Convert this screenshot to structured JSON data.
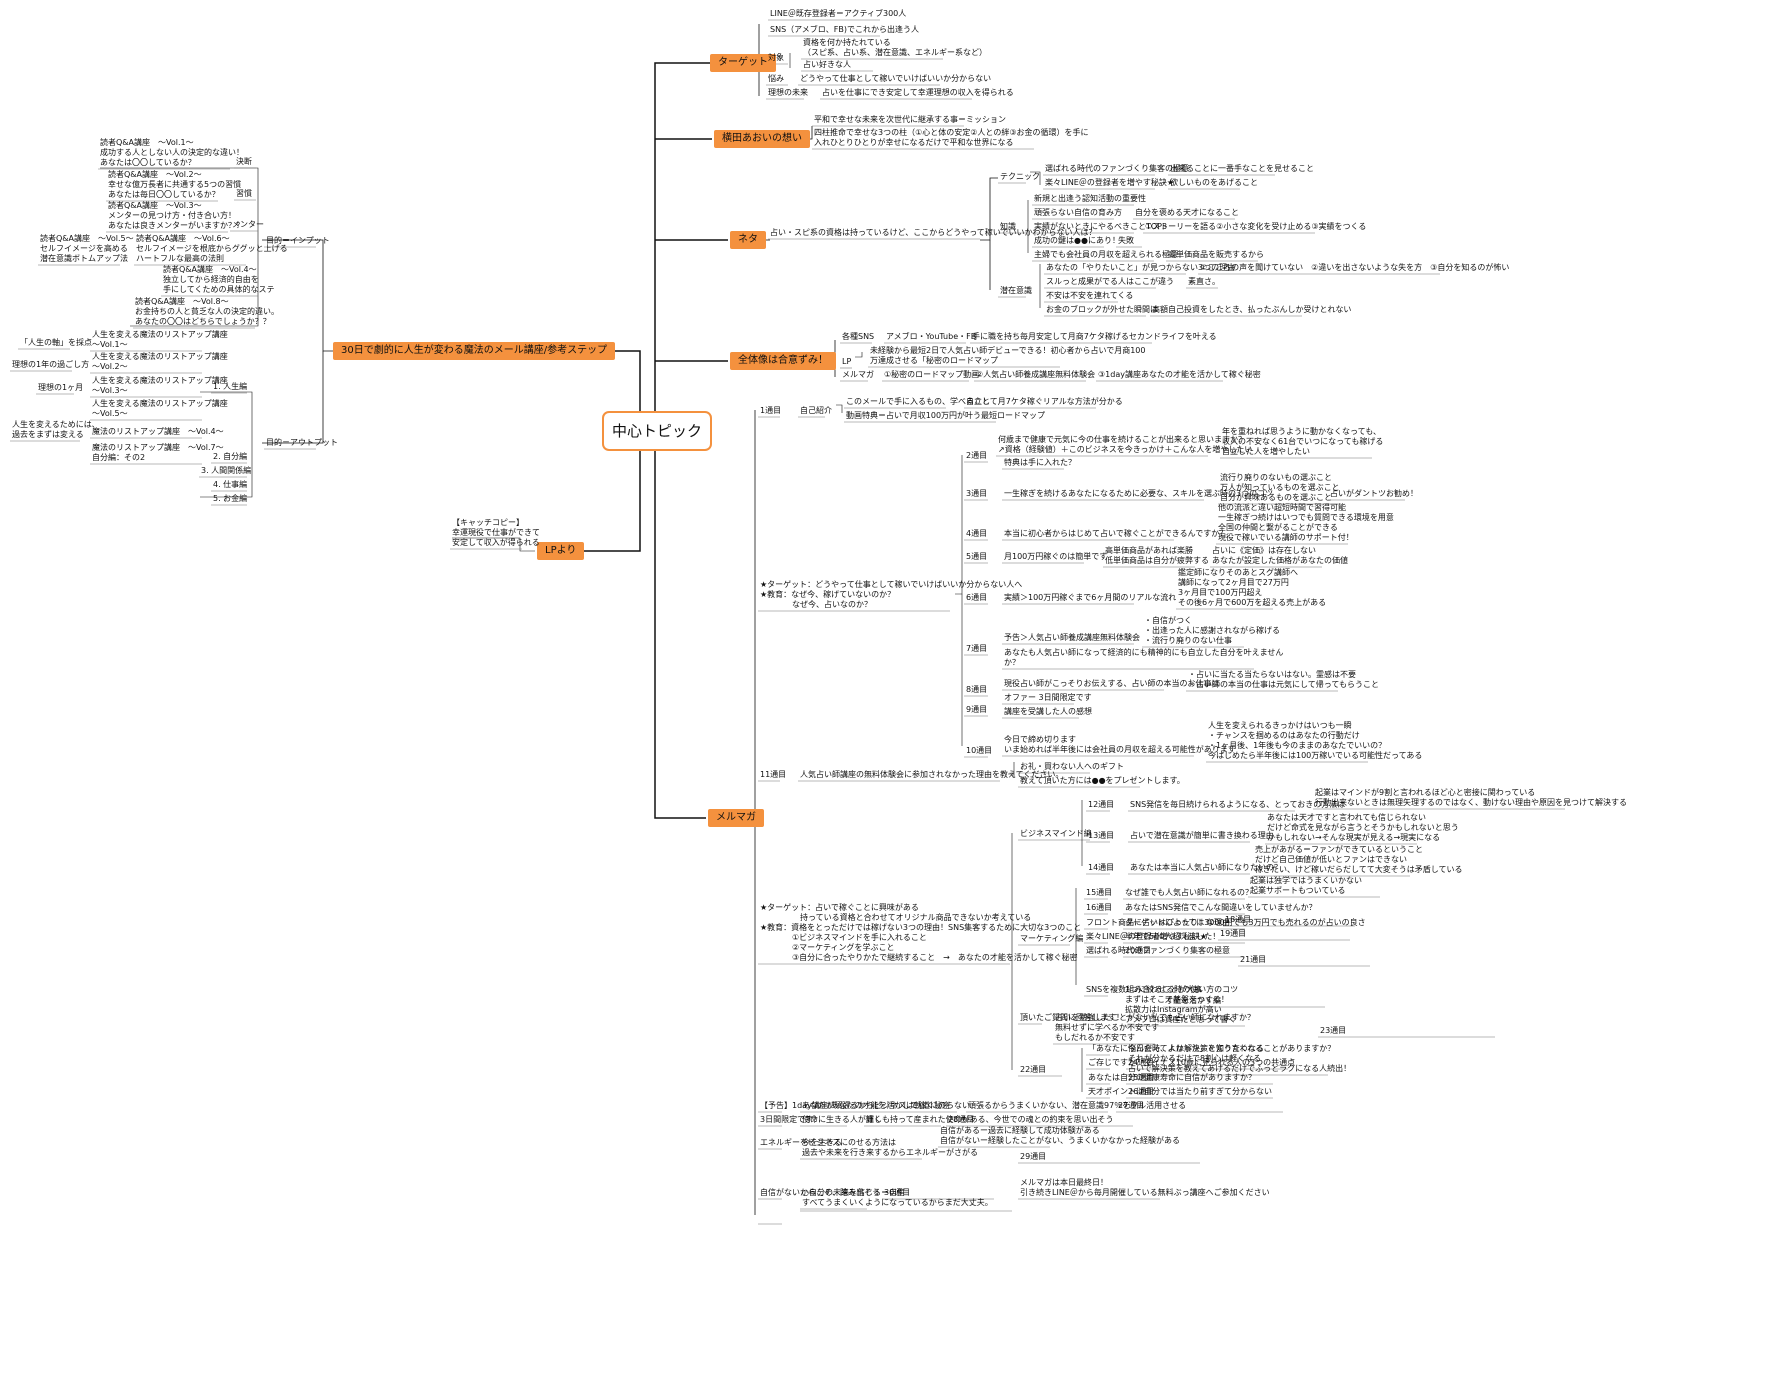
{
  "center": "中心トピック",
  "branches": {
    "target": "ターゲット",
    "thought": "横田あおいの想い",
    "neta": "ネタ",
    "overview": "全体像は合意ずみ！",
    "mailmag": "メルマガ",
    "lp": "LPより",
    "course": "30日で劇的に人生が変わる魔法のメール講座/参考ステップ"
  },
  "target": [
    "LINE＠既存登録者＝アクティブ300人",
    "SNS（アメブロ、FB)でこれから出逢う人",
    "対象",
    "資格を何か持たれている\n（スピ系、占い系、潜在意識、エネルギー系など）",
    "占い好きな人",
    "悩み",
    "どうやって仕事として稼いでいけばいいか分からない",
    "理想の未来",
    "占いを仕事にでき安定して幸運理想の収入を得られる"
  ],
  "thought": [
    "平和で幸せな未来を次世代に継承する事＝ミッション",
    "四柱推命で幸せな3つの柱（①心と体の安定②人との絆③お金の循環）を手に\n入れひとりひとりが幸せになるだけで平和な世界になる"
  ],
  "neta": [
    "占い・スピ系の資格は持っているけど、ここからどうやって稼いでいいかわからない人は？",
    "テクニック",
    "選ばれる時代のファンづくり集客の極意",
    "出来ることに一番手なことを見せること",
    "楽々LINE＠の登録者を増やす秘訣★",
    "欲しいものをあげること",
    "知識",
    "新規と出逢う認知活動の重要性",
    "頑張らない自信の育み方",
    "自分を褒める天才になること",
    "実績がないときにやるべきことTOP3",
    "①ストーリーを語る②小さな変化を受け止める③実績をつくる",
    "成功の鍵は●●にあり！",
    "失敗",
    "主婦でも会社員の月収を超えられる極意",
    "高単価商品を販売するから",
    "潜在意識",
    "あなたの「やりたいこと」が見つからない3つの理由",
    "①こころの声を聞けていない　②違いを出さないような失を方　③自分を知るのが怖い",
    "スルっと成果がでる人はここが違う",
    "素直さ。",
    "不安は不安を連れてくる",
    "お金のブロックが外せた瞬間は",
    "高額自己投資をしたとき、払ったぶんしか受けとれない"
  ],
  "overview": [
    "各種SNS",
    "アメブロ・YouTube・FB",
    "手に職を持ち毎月安定して月商7ケタ稼げるセカンドライフを叶える",
    "LP",
    "未経験から最短2日で人気占い師デビューできる！初心者から占いで月商100\n万達成させる「秘密のロードマップ",
    "メルマガ",
    "①秘密のロードマップ動画",
    "②人気占い師養成講座無料体験会",
    "③1day講座あなたの才能を活かして稼ぐ秘密"
  ],
  "mail": [
    "1通目",
    "自己紹介",
    "このメールで手に入るもの、学べること",
    "自立して月7ケタ稼ぐリアルな方法が分かる",
    "動画特典＝占いで月収100万円が叶う最短ロードマップ",
    "★ターゲット：どうやって仕事として稼いでいけばいいか分からない人へ\n★教育：なぜ今、稼げていないのか？\n　　　　なぜ今、占いなのか？",
    "2通目",
    "何歳まで健康で元気に今の仕事を続けることが出来ると思いますか？\n↗資格（経験値）＋このビジネスを今きっかけ＋こんな人を増やしたい",
    "年を重ねれば思うように動かなくなっても、\n収入の不安なく61台でいつになっても稼げる\n自立した人を増やしたい",
    "特典は手に入れた？",
    "3通目",
    "一生稼ぎを続けるあなたになるために必要な、スキルを選ぶ時の3つのコツ",
    "流行り廃りのないもの選ぶこと\n万人が知っているものを選ぶこと\n自分が興味あるものを選ぶこと",
    "占いがダントツお勧め！",
    "4通目",
    "本当に初心者からはじめて占いで稼ぐことができるんですか？",
    "他の流派と違い超短時間で習得可能\n一生稼ぎつ続けはいつでも質問できる環境を用意\n全国の仲間と繋がることができる\n現役で稼いでいる講師のサポート付！",
    "5通目",
    "月100万円稼ぐのは簡単です",
    "高単価商品があれば楽勝\n低単価商品は自分が疲弊する",
    "占いに《定価》は存在しない\nあなたが設定した価格があなたの価値",
    "6通目",
    "実績＞100万円稼ぐまで6ヶ月間のリアルな流れ",
    "鑑定師になりそのあとスグ講師へ\n講師になって2ヶ月目で27万円\n3ヶ月目で100万円超え\nその後6ヶ月で600万を超える売上がある",
    "7通目",
    "予告＞人気占い師養成講座無料体験会",
    "・自信がつく\n・出逢った人に感謝されながら稼げる\n・流行り廃りのない仕事",
    "あなたも人気占い師になって経済的にも精神的にも自立した自分を叶えません\nか？",
    "8通目",
    "現役占い師がこっそりお伝えする、占い師の本当のお仕事は",
    "・占いに当たる当たらないはない。霊感は不要\n・占い師の本当の仕事は元気にして帰ってもらうこと",
    "オファー 3日間限定です",
    "9通目",
    "講座を受講した人の感想",
    "10通目",
    "今日で締め切ります\nいま始めれば半年後には会社員の月収を超える可能性があります",
    "人生を変えられるきっかけはいつも一瞬\n・チャンスを掴めるのはあなたの行動だけ\n・1ヶ月後、1年後も今のままのあなたでいいの？\n今はじめたら半年後には100万稼いでいる可能性だってある",
    "11通目",
    "人気占い師講座の無料体験会に参加されなかった理由を教えてください。",
    "お礼・買わない人へのギフト",
    "教えて頂いた方には●●をプレゼントします。",
    "★ターゲット：占いで稼ぐことに興味がある\n　　　　　持っている資格と合わせてオリジナル商品できないか考えている\n★教育：資格をとっただけでは稼げない3つの理由！SNS集客するために大切な3つのこと\n　　　　①ビジネスマインドを手に入れること\n　　　　②マーケティングを学ぶこと\n　　　　③自分に合ったやりかたで継続すること　→　あなたの才能を活かして稼ぐ秘密",
    "ビジネスマインド編",
    "12通目",
    "SNS発信を毎日続けられるようになる、とっておきの方法は",
    "起業はマインドが9割と言われるほど心と密接に関わっている\n行動出来ないときは無理矢理するのではなく、動けない理由や原因を見つけて解決する",
    "13通目",
    "占いで潜在意識が簡単に書き換わる理由",
    "あなたは天才ですと言われても信じられない\nだけど命式を見ながら言うとそうかもしれないと思う\nかもしれない→そんな現実が見える→現実になる",
    "14通目",
    "あなたは本当に人気占い師になりたいの？",
    "売上があがる＝ファンができているということ\nだけど自己価値が低いとファンはできない\n稼ぎたい、けど稼いだらだしてて大変そうは矛盾している",
    "マーケティング編",
    "15通目",
    "なぜ誰でも人気占い師になれるの？",
    "起業は独学ではうまくいかない\n起業サポートもついている",
    "16通目",
    "あなたはSNS発信でこんな間違いをしていませんか？",
    "17通目",
    "フロント商品に占いはぴったり！な理由",
    "ターゲットによっては3000円でも3万円でも売れるのが占いの良さ",
    "18通目",
    "楽々LINE＠の登録者増やす秘訣★",
    "半年で500人超えました！",
    "19通目",
    "選ばれる時代のファンづくり集客の極意",
    "20通目",
    "SNSを複数組み合わせる時の使い方のコツ",
    "1つに絞ることが大事\nまずはそこで基盤をつくる！\n拡散力はInstagramが高い\nアメブロは資産だと思って書く",
    "21通目",
    "頂いたご質問に回答します！",
    "占いを勉強したことがない私でも占い師になれますか？\n無料せずに学べるか不安です\nもしだれるか不安です",
    "才能を活かす編",
    "22通目",
    "「あなたに今日会えてよかった」と言う言われることがありますか？",
    "悩んだ時、人は解決策を知りたくなる\nそれが分かるだけで8割心は軽くなる\n占いで解決策を教えてあげるだけでふっとラクになる人続出！",
    "23通目",
    "ご存じですか？マイナス10歳に見られる人の3つの共通点",
    "24通目",
    "あなたは自分の健康寿命に自信がありますか？",
    "25通目",
    "天才ポイントは自分では当たり前すぎて分からない",
    "26通目",
    "【予告】1day講座/あなたの才能を活かして稼ぐ秘密",
    "あなたが頑張るからビジネスは軌道にのらない",
    "頑張るからうまくいかない、潜在意識97％をフル活用させる",
    "27通目",
    "3日間限定です！",
    "使命に生きる人が輝く",
    "誰しも持って産まれた使命がある、今世での魂との約束を思い出そう",
    "28通目",
    "エネルギーをビジネスにのせる方法は",
    "今を生きる\n過去や未来を行き来するからエネルギーがさがる",
    "自信があるー過去に経験して成功体験がある\n自信がないー経験したことがない、うまくいかなかった経験がある",
    "29通目",
    "今日で締め切りです！",
    "自信がないからこそ、踏み出そう",
    "○自分の未来を信じる＝自信\nすべてうまくいくようになっているからまだ大丈夫。",
    "30通目",
    "メルマガは本日最終日！\n引き続きLINE＠から毎月開催している無料ぶっ講座へご参加ください"
  ],
  "lp": [
    "【キャッチコピー】\n幸運現役で仕事ができて\n安定して収入が得られる"
  ],
  "course": [
    "目的＝インプット",
    "決断",
    "習慣",
    "メンター",
    "読者Q&A講座　～Vol.1～\n成功する人としない人の決定的な違い！\nあなたは〇〇しているか？",
    "読者Q&A講座　～Vol.2～\n幸せな億万長者に共通する5つの習慣\nあなたは毎日〇〇しているか？",
    "読者Q&A講座　～Vol.3～\nメンターの見つけ方・付き合い方！\nあなたは良きメンターがいますか？？",
    "読者Q&A講座　～Vol.5～\nセルフイメージを高める\n潜在意識ボトムアップ法",
    "読者Q&A講座　～Vol.6～\nセルフイメージを根底からググッと上げる\nハートフルな最高の法則",
    "読者Q&A講座　～Vol.4～\n独立してから経済的自由を\n手にしてくための具体的なステ",
    "読者Q&A講座　～Vol.8～\nお金持ちの人と貧乏な人の決定的違い。\nあなたの〇〇はどちらでしょうか？？",
    "目的＝アウトプット",
    "1. 人生編",
    "2. 自分編",
    "3. 人間関係編",
    "4. 仕事編",
    "5. お金編",
    "人生を変える魔法のリストアップ講座\n～Vol.1～",
    "「人生の軸」を採点",
    "人生を変える魔法のリストアップ講座\n～Vol.2～",
    "理想の1年の過ごし方",
    "人生を変える魔法のリストアップ講座\n～Vol.3～",
    "理想の1ヶ月",
    "人生を変える魔法のリストアップ講座\n～Vol.5～",
    "人生を変えるためには、\n過去をまずは変える",
    "魔法のリストアップ講座　～Vol.4～",
    "魔法のリストアップ講座　～Vol.7～\n自分編：その2"
  ],
  "colors": {
    "accent": "#f4913e",
    "line": "#111111",
    "lightline": "#888888"
  }
}
